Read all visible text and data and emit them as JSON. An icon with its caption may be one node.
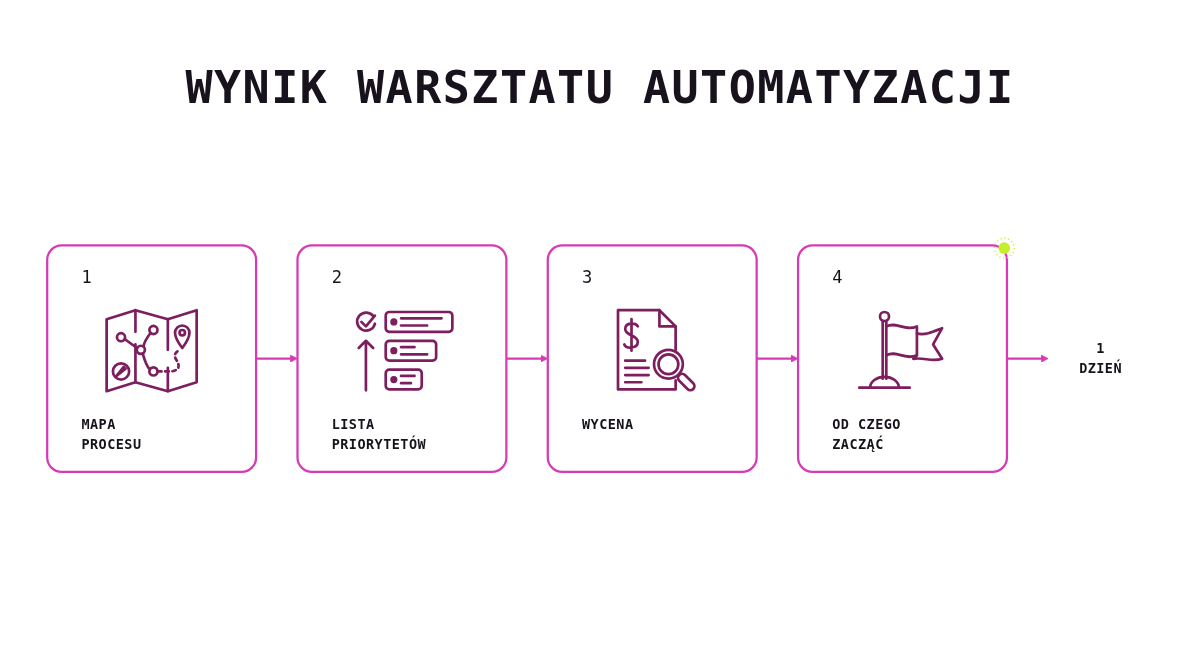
{
  "diagram": {
    "title": "WYNIK WARSZTATU AUTOMATYZACJI",
    "nodes": [
      {
        "text": [
          "1",
          "MAPA PROCESU"
        ]
      },
      {
        "text": [
          "2",
          "LISTA PRIORYTETÓW"
        ]
      },
      {
        "text": [
          "3",
          "WYCENA"
        ]
      },
      {
        "text": [
          "4",
          "OD CZEGO ZACZĄĆ"
        ]
      },
      {
        "text": [
          "1 DZIEŃ"
        ]
      }
    ],
    "edges": [
      {
        "from": 0,
        "to": 1,
        "arrow": "to"
      },
      {
        "from": 1,
        "to": 2,
        "arrow": "to"
      },
      {
        "from": 2,
        "to": 3,
        "arrow": "to"
      },
      {
        "from": 3,
        "to": 4,
        "arrow": "to"
      }
    ]
  }
}
